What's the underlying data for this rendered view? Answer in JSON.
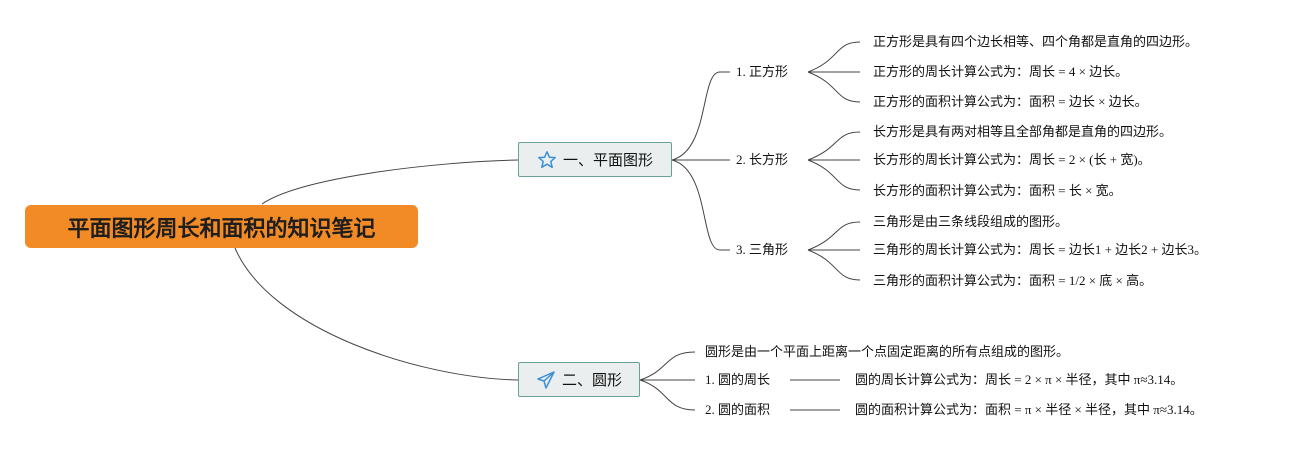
{
  "root": {
    "title": "平面图形周长和面积的知识笔记"
  },
  "branches": [
    {
      "title": "一、平面图形",
      "icon": "star-icon",
      "children": [
        {
          "label": "1. 正方形",
          "leaves": [
            "正方形是具有四个边长相等、四个角都是直角的四边形。",
            "正方形的周长计算公式为：周长 = 4 × 边长。",
            "正方形的面积计算公式为：面积 = 边长 × 边长。"
          ]
        },
        {
          "label": "2. 长方形",
          "leaves": [
            "长方形是具有两对相等且全部角都是直角的四边形。",
            "长方形的周长计算公式为：周长 = 2 × (长 + 宽)。",
            "长方形的面积计算公式为：面积 = 长 × 宽。"
          ]
        },
        {
          "label": "3. 三角形",
          "leaves": [
            "三角形是由三条线段组成的图形。",
            "三角形的周长计算公式为：周长 = 边长1 + 边长2 + 边长3。",
            "三角形的面积计算公式为：面积 = 1/2 × 底 × 高。"
          ]
        }
      ]
    },
    {
      "title": "二、圆形",
      "icon": "paper-plane-icon",
      "intro": "圆形是由一个平面上距离一个点固定距离的所有点组成的图形。",
      "children": [
        {
          "label": "1. 圆的周长",
          "leaves": [
            "圆的周长计算公式为：周长 = 2 × π × 半径，其中 π≈3.14。"
          ]
        },
        {
          "label": "2. 圆的面积",
          "leaves": [
            "圆的面积计算公式为：面积 = π × 半径 × 半径，其中 π≈3.14。"
          ]
        }
      ]
    }
  ],
  "colors": {
    "root_fill": "#f28a26",
    "branch_fill": "#eaeeee",
    "branch_border": "#6aa09a",
    "icon_blue": "#3b8fd6",
    "connector": "#444444"
  }
}
